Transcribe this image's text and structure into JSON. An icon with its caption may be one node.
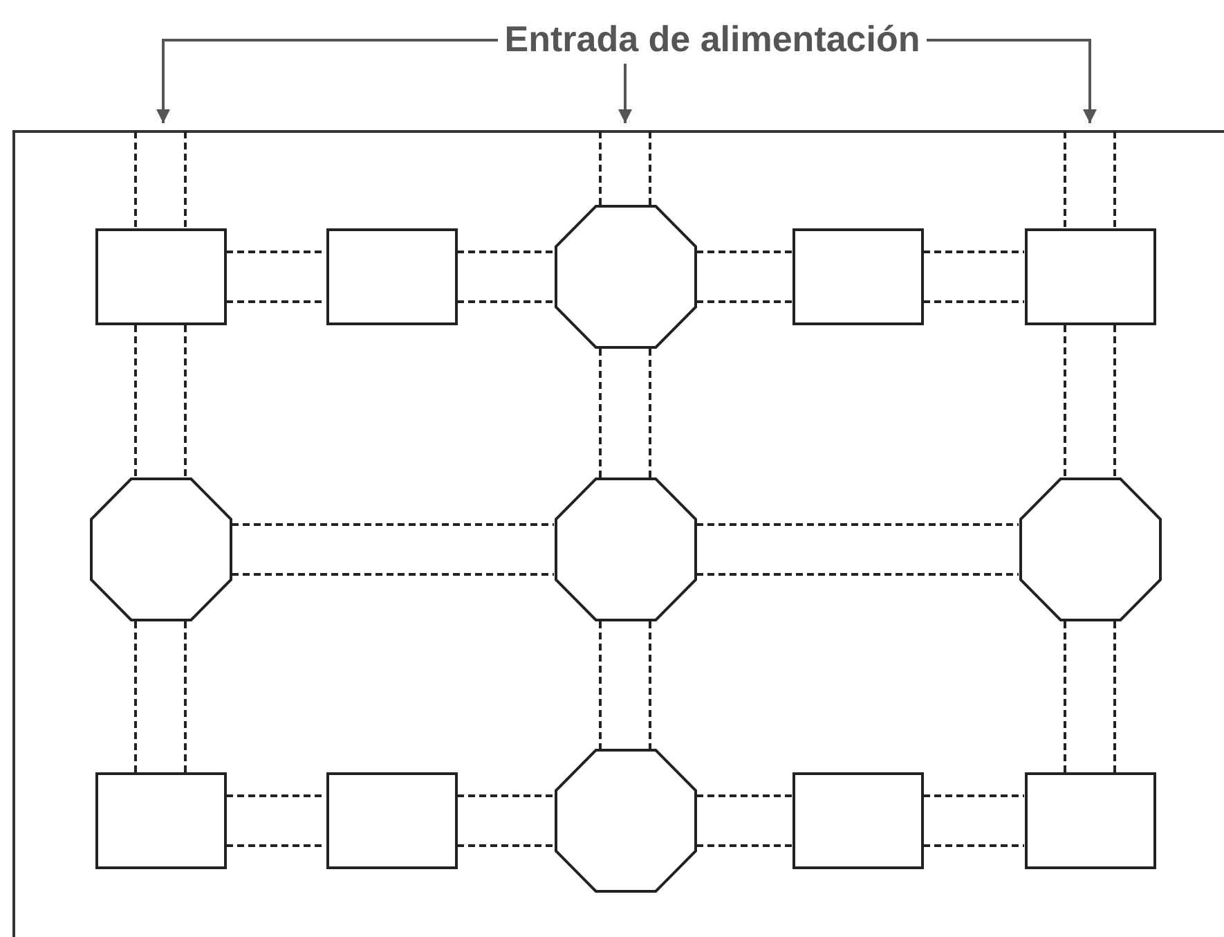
{
  "diagram": {
    "nodes": [
      {
        "text": [
          "Entrada de alimentación"
        ]
      },
      {
        "text": [],
        "shape": "box"
      },
      {
        "text": [],
        "shape": "box"
      },
      {
        "text": [],
        "shape": "octagon"
      },
      {
        "text": [],
        "shape": "box"
      },
      {
        "text": [],
        "shape": "box"
      },
      {
        "text": [],
        "shape": "octagon"
      },
      {
        "text": [],
        "shape": "octagon"
      },
      {
        "text": [],
        "shape": "octagon"
      },
      {
        "text": [],
        "shape": "box"
      },
      {
        "text": [],
        "shape": "box"
      },
      {
        "text": [],
        "shape": "octagon"
      },
      {
        "text": [],
        "shape": "box"
      },
      {
        "text": [],
        "shape": "box"
      }
    ],
    "edges": [
      {
        "from": 0,
        "to": null,
        "arrow": "to"
      },
      {
        "from": 0,
        "to": null,
        "arrow": "to"
      },
      {
        "from": 0,
        "to": null,
        "arrow": "to"
      },
      {
        "from": null,
        "to": 1,
        "arrow": "none",
        "style": "dashed"
      },
      {
        "from": null,
        "to": 3,
        "arrow": "none",
        "style": "dashed"
      },
      {
        "from": null,
        "to": 5,
        "arrow": "none",
        "style": "dashed"
      },
      {
        "from": 1,
        "to": 2,
        "arrow": "none",
        "style": "dashed"
      },
      {
        "from": 2,
        "to": 3,
        "arrow": "none",
        "style": "dashed"
      },
      {
        "from": 3,
        "to": 4,
        "arrow": "none",
        "style": "dashed"
      },
      {
        "from": 4,
        "to": 5,
        "arrow": "none",
        "style": "dashed"
      },
      {
        "from": 1,
        "to": 6,
        "arrow": "none",
        "style": "dashed"
      },
      {
        "from": 3,
        "to": 7,
        "arrow": "none",
        "style": "dashed"
      },
      {
        "from": 5,
        "to": 8,
        "arrow": "none",
        "style": "dashed"
      },
      {
        "from": 6,
        "to": 7,
        "arrow": "none",
        "style": "dashed"
      },
      {
        "from": 7,
        "to": 8,
        "arrow": "none",
        "style": "dashed"
      },
      {
        "from": 6,
        "to": 9,
        "arrow": "none",
        "style": "dashed"
      },
      {
        "from": 7,
        "to": 11,
        "arrow": "none",
        "style": "dashed"
      },
      {
        "from": 8,
        "to": 13,
        "arrow": "none",
        "style": "dashed"
      },
      {
        "from": 9,
        "to": 10,
        "arrow": "none",
        "style": "dashed"
      },
      {
        "from": 10,
        "to": 11,
        "arrow": "none",
        "style": "dashed"
      },
      {
        "from": 11,
        "to": 12,
        "arrow": "none",
        "style": "dashed"
      },
      {
        "from": 12,
        "to": 13,
        "arrow": "none",
        "style": "dashed"
      }
    ]
  }
}
